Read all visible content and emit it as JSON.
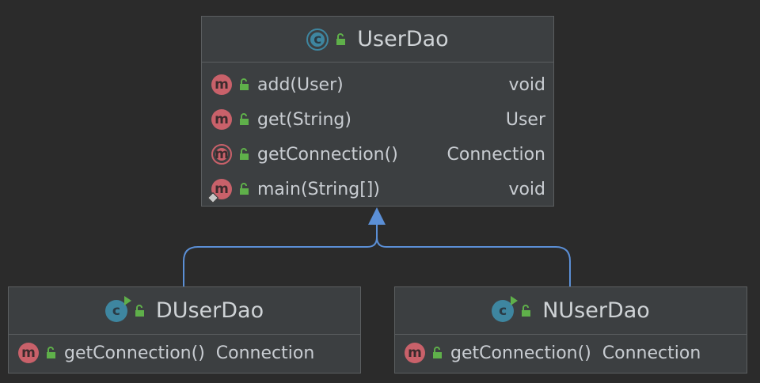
{
  "parent": {
    "name": "UserDao",
    "methods": [
      {
        "name": "add(User)",
        "type": "void"
      },
      {
        "name": "get(String)",
        "type": "User"
      },
      {
        "name": "getConnection()",
        "type": "Connection"
      },
      {
        "name": "main(String[])",
        "type": "void"
      }
    ]
  },
  "children": [
    {
      "name": "DUserDao",
      "methods": [
        {
          "name": "getConnection()",
          "type": "Connection"
        }
      ]
    },
    {
      "name": "NUserDao",
      "methods": [
        {
          "name": "getConnection()",
          "type": "Connection"
        }
      ]
    }
  ],
  "icons": {
    "class_letter": "c",
    "method_letter": "m"
  },
  "colors": {
    "background": "#2b2b2b",
    "box": "#3c3f41",
    "method_icon": "#c9616a",
    "class_icon": "#3e86a0",
    "access_lock": "#5fb04a",
    "inheritance_edge": "#5b8fd6"
  }
}
